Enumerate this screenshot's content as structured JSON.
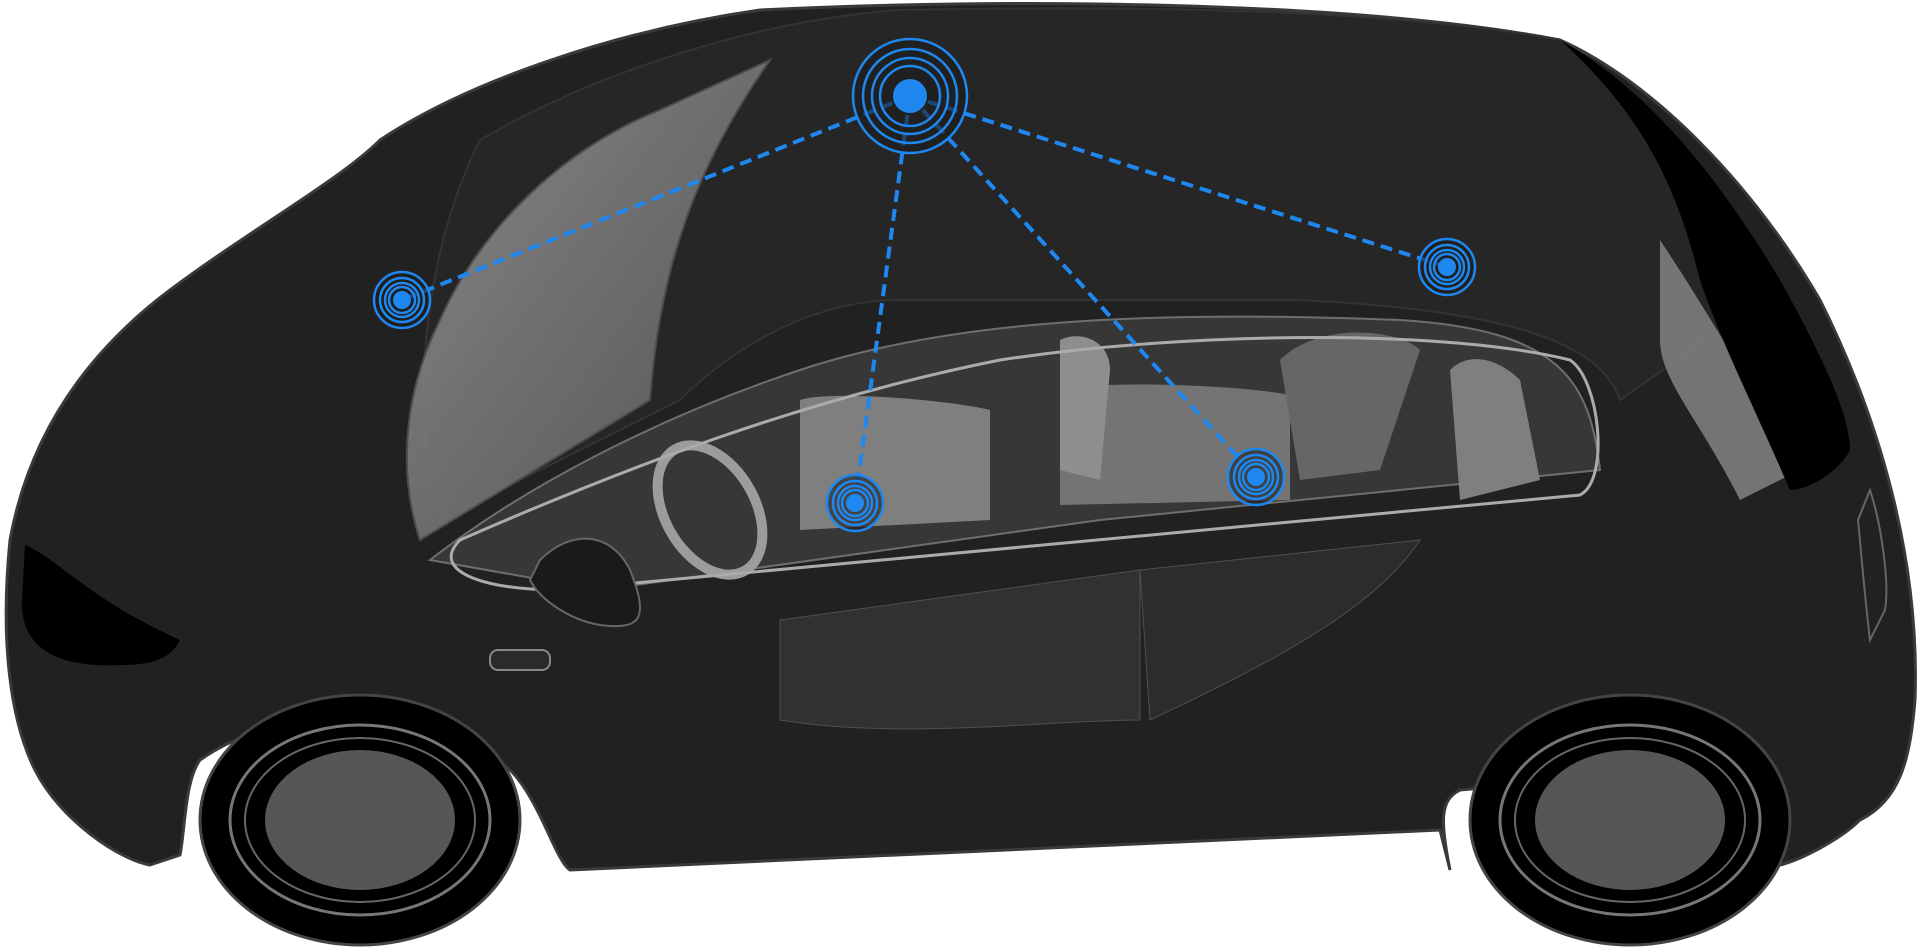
{
  "colors": {
    "background": "#ffffff",
    "car_body": "#212121",
    "car_outline": "#3a3a3a",
    "interior": "#8c8c8c",
    "tire": "#000000",
    "hubcap": "#575555",
    "sensor_accent": "#1e88f0"
  },
  "diagram": {
    "hub": {
      "icon": "wireless-hub-icon"
    },
    "sensors": [
      {
        "icon": "wireless-sensor-icon",
        "location": "front"
      },
      {
        "icon": "wireless-sensor-icon",
        "location": "rear"
      },
      {
        "icon": "wireless-sensor-icon",
        "location": "front-door"
      },
      {
        "icon": "wireless-sensor-icon",
        "location": "rear-door"
      }
    ],
    "link_style": "dashed"
  }
}
